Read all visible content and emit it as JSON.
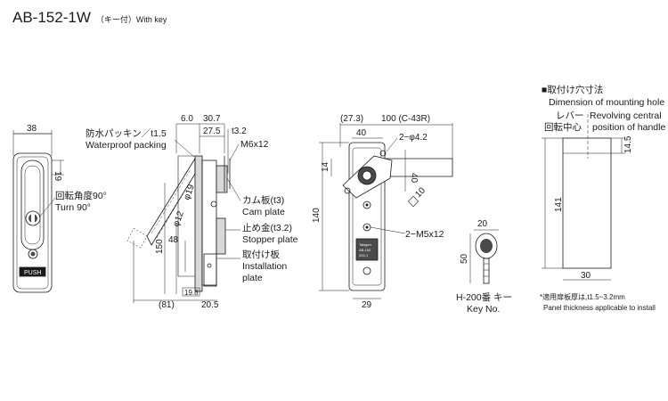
{
  "title": {
    "model": "AB-152-1W",
    "variant": "（キー付）With key"
  },
  "colors": {
    "line": "#1a1a1a",
    "fill": "#d9d9d9",
    "dark": "#4a4a4a"
  },
  "front_view": {
    "width_dim": "38",
    "dim_19": "19",
    "rotation_jp": "回転角度90°",
    "rotation_en": "Turn 90°",
    "push_label": "PUSH"
  },
  "side_view": {
    "dim_6_0": "6.0",
    "dim_30_7": "30.7",
    "dim_27_5": "27.5",
    "dim_t3_2": "t3.2",
    "dim_m6x12": "M6x12",
    "packing_jp": "防水パッキン／t1.5",
    "packing_en": "Waterproof packing",
    "cam_jp": "カム板(t3)",
    "cam_en": "Cam plate",
    "stopper_jp": "止め金(t3.2)",
    "stopper_en": "Stopper plate",
    "install_jp": "取付け板",
    "install_en1": "Installation",
    "install_en2": "plate",
    "dim_150": "150",
    "dim_48": "48",
    "dim_phi12": "φ12",
    "dim_phi19": "φ19",
    "dim_81": "(81)",
    "dim_19_8": "19.8",
    "dim_20_5": "20.5"
  },
  "back_view": {
    "dim_27_3": "(27.3)",
    "dim_100": "100 (C-43R)",
    "dim_40_top": "40",
    "dim_phi4_2": "2−φ4.2",
    "dim_14": "14",
    "dim_40_side": "40",
    "dim_10": "10",
    "dim_140": "140",
    "dim_m5x12": "2−M5x12",
    "dim_29": "29",
    "plate_text1": "Takigen",
    "plate_text2": "AB-152",
    "plate_text3": "202-1"
  },
  "key_view": {
    "dim_20": "20",
    "dim_50": "50",
    "key_jp": "H-200番 キー",
    "key_en": "Key No."
  },
  "mounting": {
    "title_jp": "■取付け穴寸法",
    "title_en": "Dimension of mounting hole",
    "lever_jp": "レバー",
    "center_jp": "回転中心",
    "revolving_en1": "Revolving central",
    "revolving_en2": "position of handle",
    "dim_14_5": "14.5",
    "dim_141": "141",
    "dim_30": "30",
    "note_jp": "*適用扉板厚は,t1.5~3.2mm",
    "note_en": "Panel thickness applicable to install"
  }
}
